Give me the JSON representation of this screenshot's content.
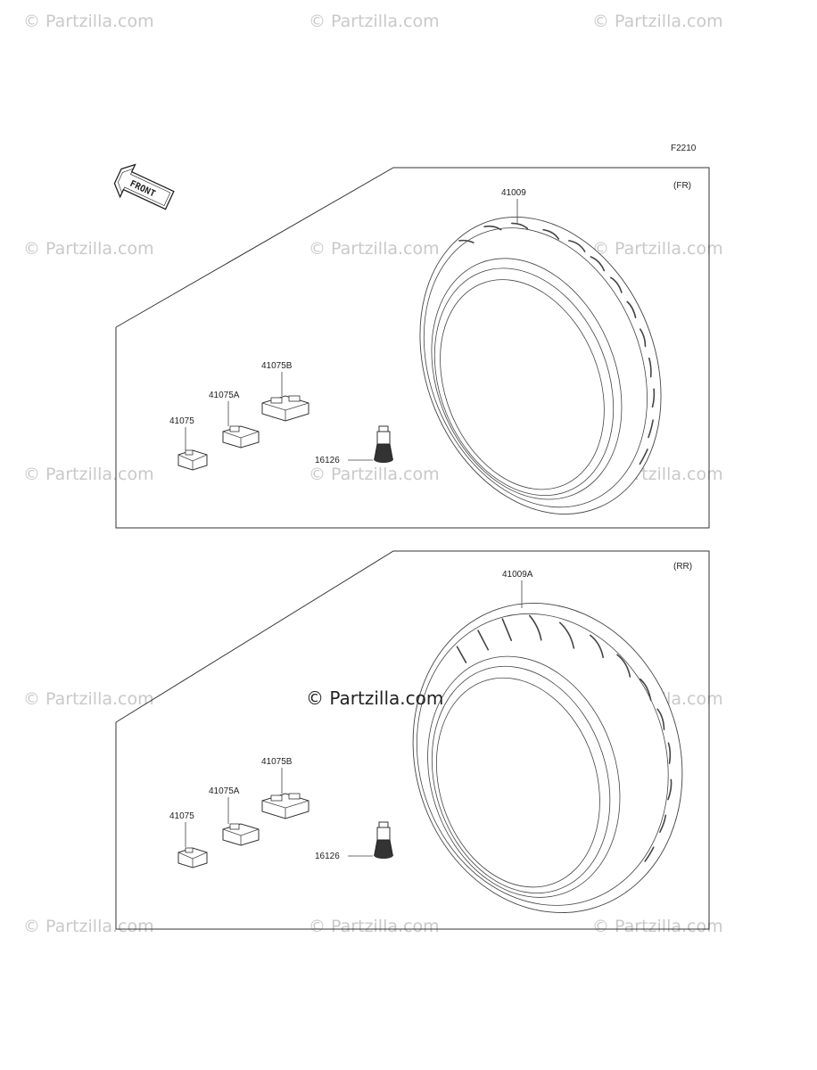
{
  "watermarks": {
    "text": "© Partzilla.com",
    "center_text": "© Partzilla.com"
  },
  "diagram": {
    "figure_code": "F2210",
    "front_label": "FRONT",
    "front_section": {
      "position_label": "(FR)",
      "tire_part": "41009",
      "weight_part": "41075",
      "weight_a_part": "41075A",
      "weight_b_part": "41075B",
      "valve_part": "16126"
    },
    "rear_section": {
      "position_label": "(RR)",
      "tire_part": "41009A",
      "weight_part": "41075",
      "weight_a_part": "41075A",
      "weight_b_part": "41075B",
      "valve_part": "16126"
    }
  },
  "colors": {
    "line": "#333333",
    "watermark": "#c9c9c9",
    "background": "#ffffff"
  }
}
